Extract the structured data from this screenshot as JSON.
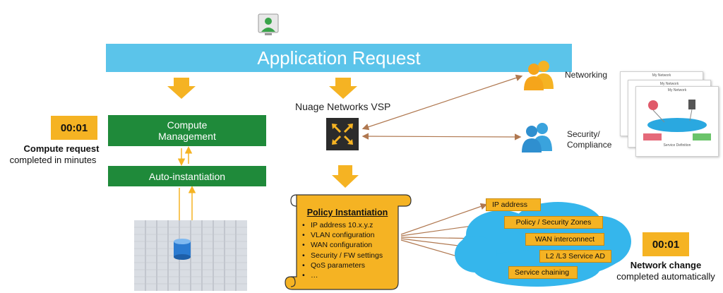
{
  "diagram": {
    "banner": "Application Request",
    "compute": {
      "management": "Compute Management",
      "auto": "Auto-instantiation",
      "timer": "00:01",
      "caption_bold": "Compute request",
      "caption_rest": "completed in minutes"
    },
    "vsp": {
      "title": "Nuage Networks VSP",
      "networking": "Networking",
      "security_line1": "Security/",
      "security_line2": "Compliance"
    },
    "policy": {
      "title": "Policy Instantiation",
      "items": [
        "IP address 10.x.y.z",
        "VLAN configuration",
        "WAN configuration",
        "Security / FW settings",
        "QoS parameters",
        "…"
      ]
    },
    "network_tags": [
      "IP address",
      "Policy / Security Zones",
      "WAN interconnect",
      "L2 /L3 Service  AD",
      "Service chaining"
    ],
    "network": {
      "timer": "00:01",
      "caption_bold": "Network change",
      "caption_rest": "completed automatically"
    },
    "service_cards": {
      "title": "My Network",
      "definition": "Service Definition"
    },
    "colors": {
      "banner": "#5bc4ea",
      "green": "#1f8a3a",
      "orange": "#f5b323",
      "arrow": "#b07850"
    }
  }
}
